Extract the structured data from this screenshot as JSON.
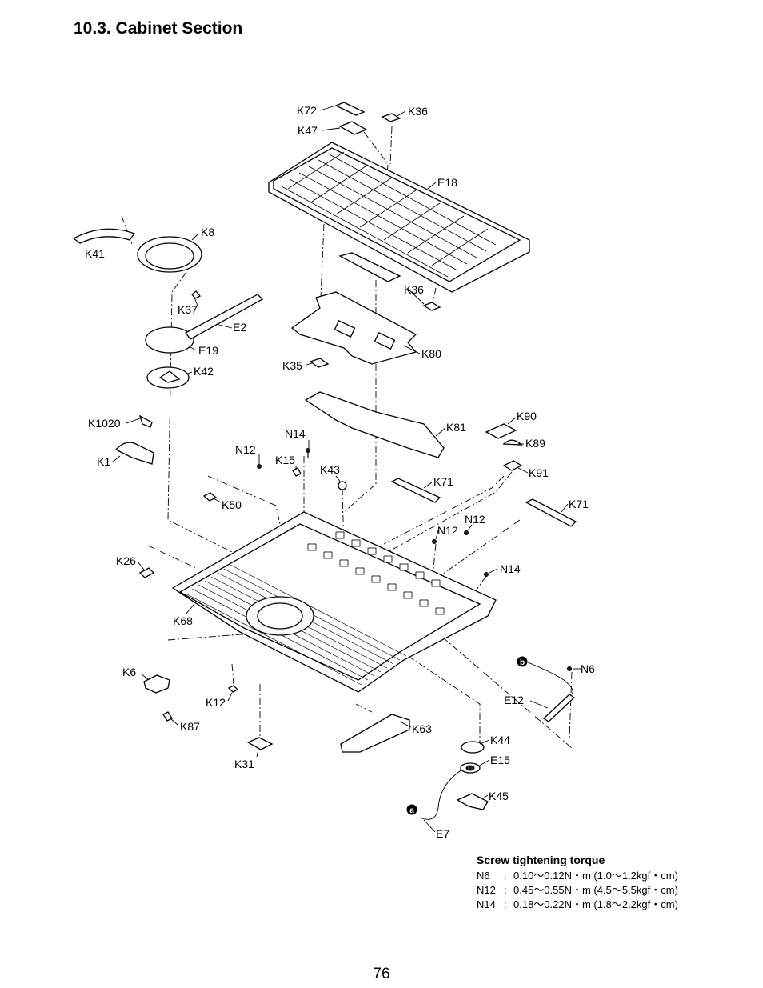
{
  "page": {
    "title": "10.3.  Cabinet Section",
    "page_number": "76"
  },
  "callouts": [
    "K72",
    "K36",
    "K47",
    "E18",
    "K8",
    "K41",
    "K37",
    "E2",
    "K36",
    "E19",
    "K80",
    "K35",
    "K42",
    "K1020",
    "K81",
    "K90",
    "N14",
    "K89",
    "N12",
    "K1",
    "K15",
    "K43",
    "K91",
    "K71",
    "K50",
    "K71",
    "N12",
    "N12",
    "N14",
    "K26",
    "K68",
    "N6",
    "K6",
    "E12",
    "K12",
    "K63",
    "K87",
    "K44",
    "E15",
    "K31",
    "K45",
    "E7"
  ],
  "connectors": [
    "b",
    "a"
  ],
  "torque": {
    "title": "Screw tightening torque",
    "rows": [
      {
        "screw": "N6",
        "sep": ":",
        "value": "0.10～0.12N・m (1.0～1.2kgf・cm)"
      },
      {
        "screw": "N12",
        "sep": ":",
        "value": "0.45～0.55N・m (4.5～5.5kgf・cm)"
      },
      {
        "screw": "N14",
        "sep": ":",
        "value": "0.18～0.22N・m (1.8～2.2kgf・cm)"
      }
    ]
  }
}
